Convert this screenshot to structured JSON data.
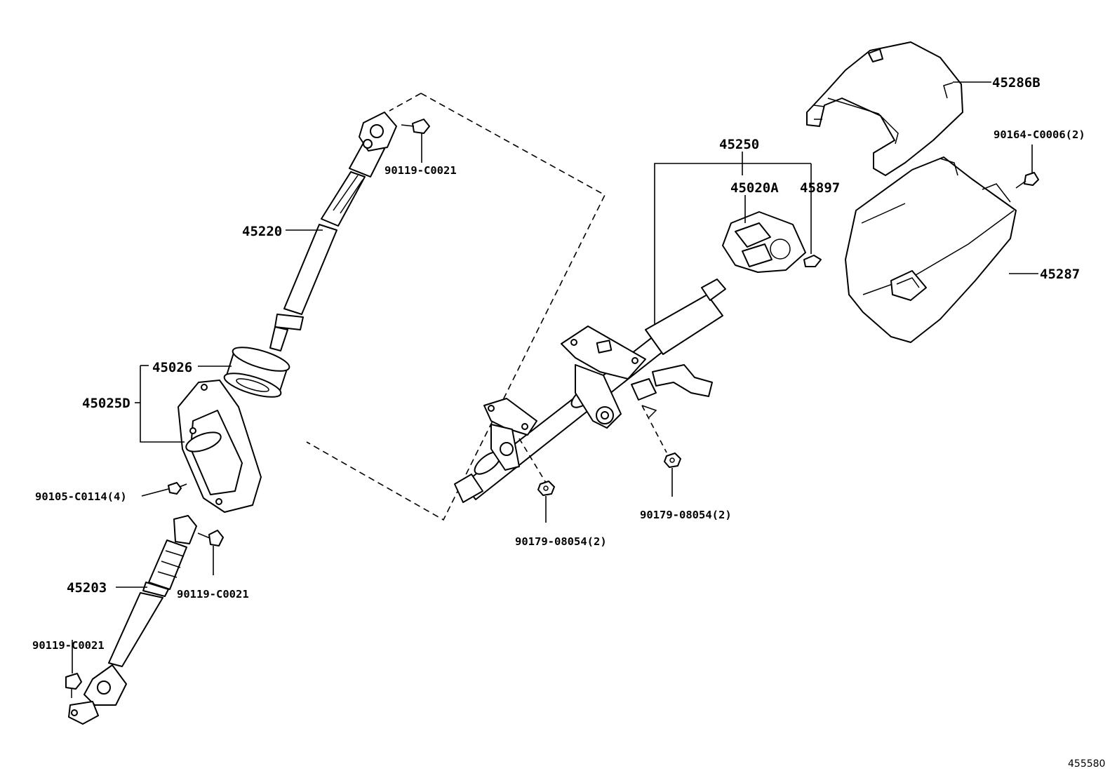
{
  "labels": {
    "p45286b": "45286B",
    "p90164": "90164-C0006(2)",
    "p45287": "45287",
    "p45250": "45250",
    "p45020a": "45020A",
    "p45897": "45897",
    "p45220": "45220",
    "p90119a": "90119-C0021",
    "p45026": "45026",
    "p45025d": "45025D",
    "p90105": "90105-C0114(4)",
    "p90119b": "90119-C0021",
    "p45203": "45203",
    "p90119c": "90119-C0021",
    "p90179a": "90179-08054(2)",
    "p90179b": "90179-08054(2)"
  },
  "diagram_id": "455580"
}
